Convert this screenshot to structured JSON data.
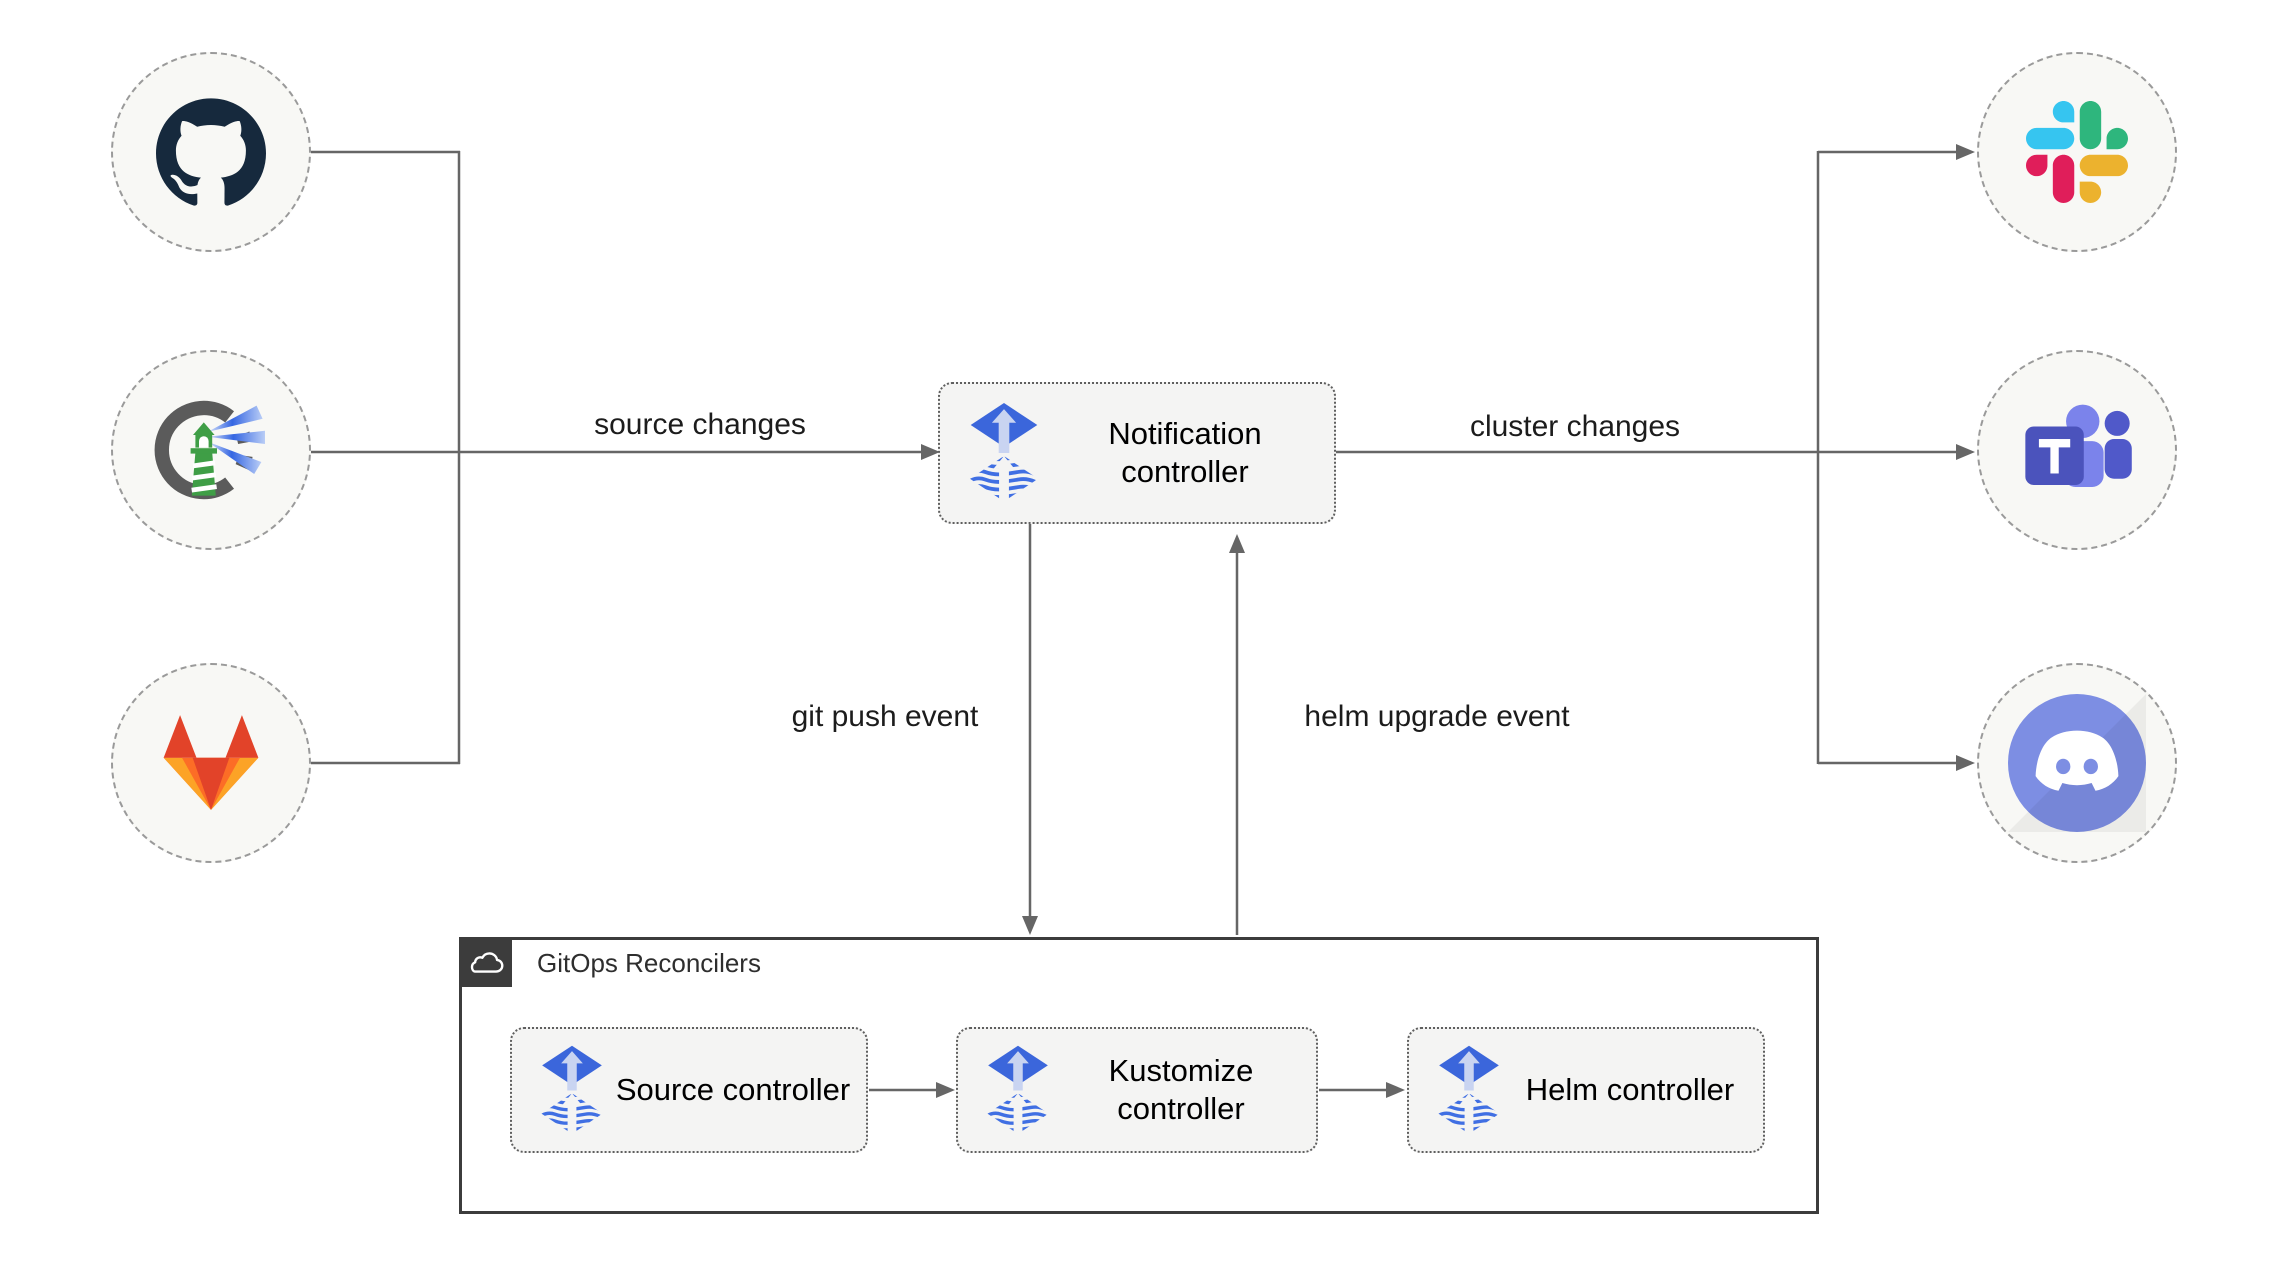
{
  "edges": {
    "source_changes": "source changes",
    "cluster_changes": "cluster changes",
    "git_push_event": "git push event",
    "helm_upgrade_event": "helm upgrade event"
  },
  "nodes": {
    "sources": [
      {
        "id": "github",
        "icon": "github-icon"
      },
      {
        "id": "harbor",
        "icon": "harbor-icon"
      },
      {
        "id": "gitlab",
        "icon": "gitlab-icon"
      }
    ],
    "notification_controller": {
      "label": "Notification controller",
      "icon": "flux-icon"
    },
    "targets": [
      {
        "id": "slack",
        "icon": "slack-icon"
      },
      {
        "id": "microsoft-teams",
        "icon": "teams-icon"
      },
      {
        "id": "discord",
        "icon": "discord-icon"
      }
    ],
    "gitops_reconcilers": {
      "label": "GitOps Reconcilers",
      "icon": "cloud-icon",
      "controllers": [
        {
          "label": "Source controller",
          "icon": "flux-icon"
        },
        {
          "label": "Kustomize controller",
          "icon": "flux-icon"
        },
        {
          "label": "Helm controller",
          "icon": "flux-icon"
        }
      ]
    }
  },
  "colors": {
    "flux_blue": "#3b66db",
    "flux_arrow_light": "#c9d4f1",
    "flux_wave_blue": "#406fe3",
    "line_gray": "#666666",
    "endpoint_fill": "#f8f8f5",
    "box_fill": "#f4f4f3",
    "container_border": "#3c3c3c",
    "github_dark": "#16293d",
    "harbor_green": "#3f9e46",
    "harbor_ring_gray": "#5b5b5b",
    "gitlab_red": "#e24329",
    "gitlab_orange": "#fc6d26",
    "gitlab_yellow": "#fca326",
    "slack_blue": "#36c5f0",
    "slack_green": "#2eb67d",
    "slack_yellow": "#ecb22e",
    "slack_pink": "#e01e5a",
    "teams_dark_purple": "#4b53bc",
    "teams_light_purple": "#7b83eb",
    "discord_blurple": "#7d8ee3"
  }
}
